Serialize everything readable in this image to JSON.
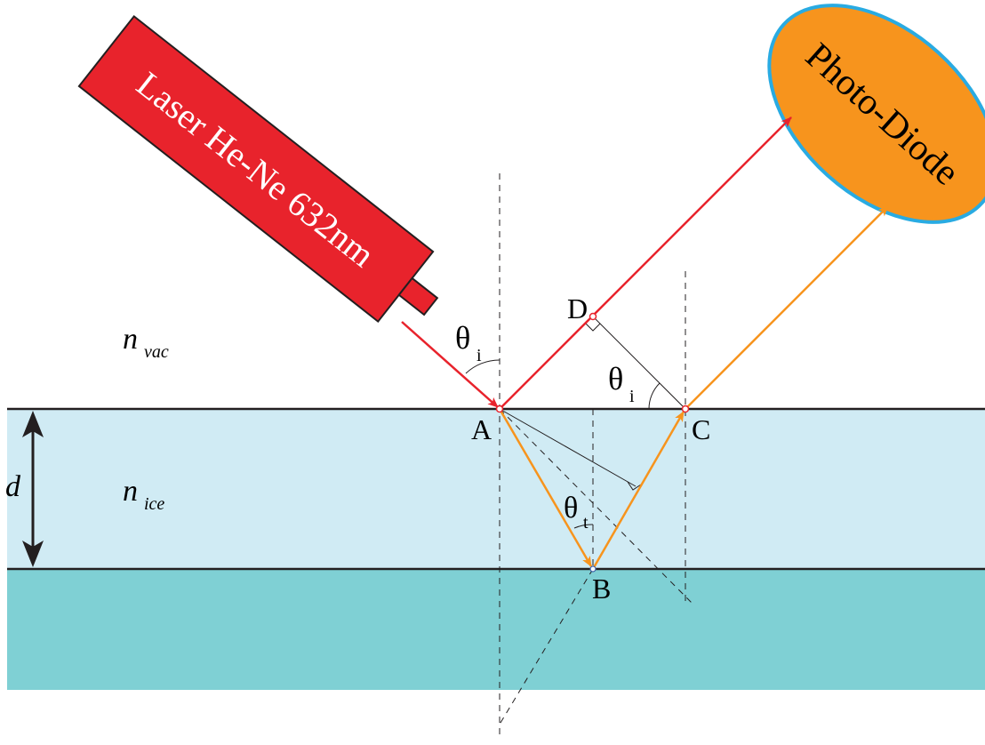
{
  "laser": {
    "label": "Laser He-Ne 632nm",
    "body_color": "#e8232c",
    "text_color": "#ffffff"
  },
  "detector": {
    "label": "Photo-Diode",
    "fill_color": "#f7941d",
    "border_color": "#29abe2"
  },
  "media": {
    "vacuum": {
      "symbol": "n",
      "subscript": "vac"
    },
    "ice": {
      "symbol": "n",
      "subscript": "ice",
      "color": "#d0ebf4"
    },
    "substrate": {
      "color": "#7fd0d4"
    }
  },
  "thickness_label": "d",
  "points": {
    "A": "A",
    "B": "B",
    "C": "C",
    "D": "D"
  },
  "angles": {
    "incident": {
      "symbol": "θ",
      "subscript": "i"
    },
    "incident_at_C": {
      "symbol": "θ",
      "subscript": "i"
    },
    "transmitted": {
      "symbol": "θ",
      "subscript": "t"
    }
  },
  "colors": {
    "reflected_beam": "#e8232c",
    "refracted_beam": "#f7941d",
    "boundary": "#231f20"
  }
}
